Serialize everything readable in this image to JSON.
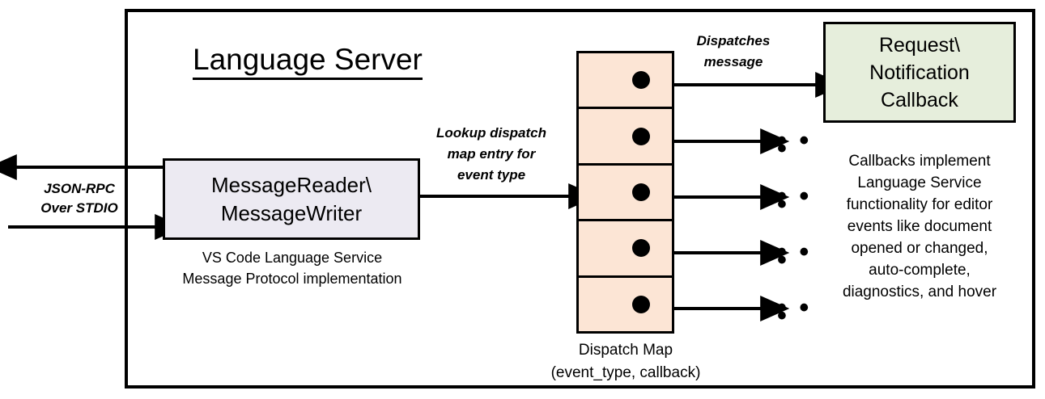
{
  "diagram": {
    "title": "Language Server",
    "io_label": "JSON-RPC\nOver STDIO",
    "io_label_line1": "JSON-RPC",
    "io_label_line2": "Over STDIO",
    "reader_box": {
      "line1": "MessageReader\\",
      "line2": "MessageWriter",
      "fill": "#ECEAF2",
      "caption_line1": "VS Code Language Service",
      "caption_line2": "Message Protocol implementation"
    },
    "lookup_label": {
      "line1": "Lookup dispatch",
      "line2": "map entry for",
      "line3": "event type"
    },
    "dispatch_map": {
      "fill": "#FCE5D5",
      "cells": [
        {
          "name": "dispatch-map-entry-1"
        },
        {
          "name": "dispatch-map-entry-2"
        },
        {
          "name": "dispatch-map-entry-3"
        },
        {
          "name": "dispatch-map-entry-4"
        },
        {
          "name": "dispatch-map-entry-5"
        }
      ],
      "caption_line1": "Dispatch Map",
      "caption_line2": "(event_type, callback)"
    },
    "dispatch_label": {
      "line1": "Dispatches",
      "line2": "message"
    },
    "callback_box": {
      "line1": "Request\\",
      "line2": "Notification",
      "line3": "Callback",
      "fill": "#E6EEDC",
      "caption_line1": "Callbacks implement",
      "caption_line2": "Language Service",
      "caption_line3": "functionality for editor",
      "caption_line4": "events like document",
      "caption_line5": "opened or changed,",
      "caption_line6": "auto-complete,",
      "caption_line7": "diagnostics, and hover"
    },
    "ellipsis": "• • •",
    "ellipsis_items": [
      {
        "label": "• • •"
      },
      {
        "label": "• • •"
      },
      {
        "label": "• • •"
      },
      {
        "label": "• • •"
      }
    ],
    "colors": {
      "stroke": "#000000",
      "background": "#FFFFFF",
      "reader_fill": "#ECEAF2",
      "map_fill": "#FCE5D5",
      "callback_fill": "#E6EEDC"
    }
  }
}
